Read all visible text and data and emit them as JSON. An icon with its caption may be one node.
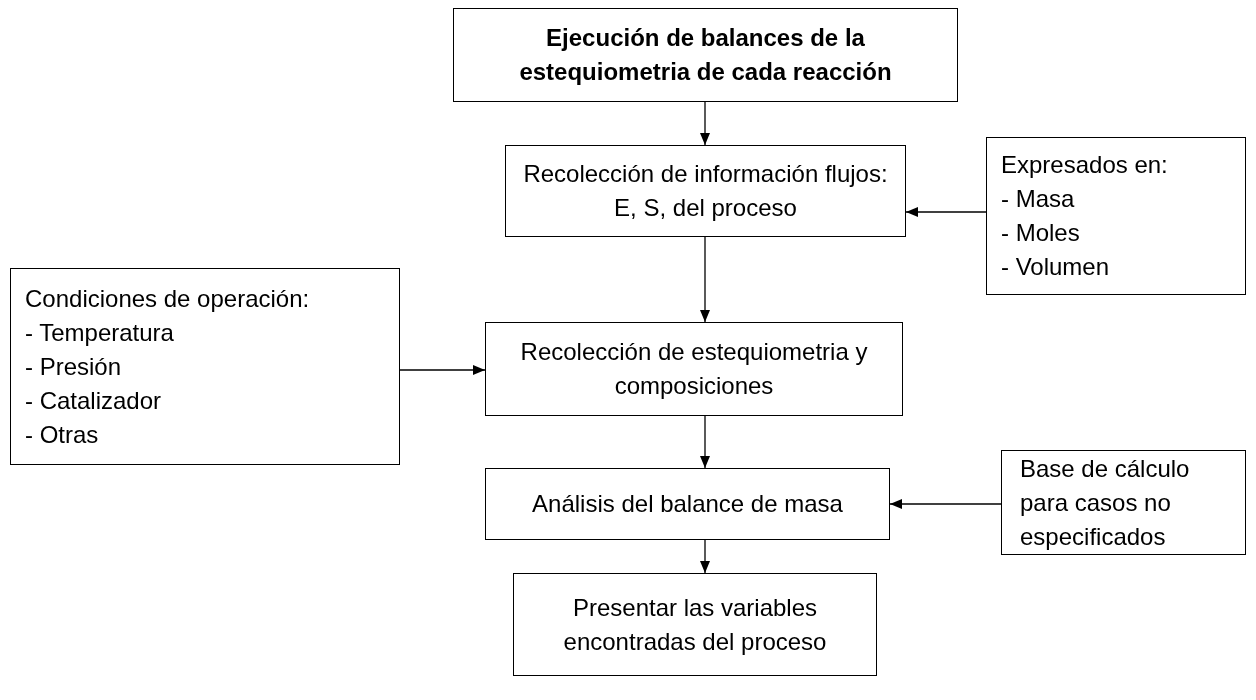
{
  "diagram": {
    "nodes": [
      {
        "text": [
          "Ejecución de balances de la estequiometria de cada reacción"
        ]
      },
      {
        "text": [
          "Recolección de información flujos: E, S, del proceso"
        ]
      },
      {
        "text": [
          "Expresados en:",
          "- Masa",
          "- Moles",
          "- Volumen"
        ]
      },
      {
        "text": [
          "Condiciones de operación:",
          "- Temperatura",
          "- Presión",
          "- Catalizador",
          "- Otras"
        ]
      },
      {
        "text": [
          "Recolección de estequiometria y composiciones"
        ]
      },
      {
        "text": [
          "Análisis del balance de masa"
        ]
      },
      {
        "text": [
          "Base de cálculo para casos no especificados"
        ]
      },
      {
        "text": [
          "Presentar las variables encontradas del proceso"
        ]
      }
    ],
    "edges": [
      {
        "from": 0,
        "to": 1,
        "arrow": "to"
      },
      {
        "from": 2,
        "to": 1,
        "arrow": "to"
      },
      {
        "from": 1,
        "to": 4,
        "arrow": "to"
      },
      {
        "from": 3,
        "to": 4,
        "arrow": "to"
      },
      {
        "from": 4,
        "to": 5,
        "arrow": "to"
      },
      {
        "from": 6,
        "to": 5,
        "arrow": "to"
      },
      {
        "from": 5,
        "to": 7,
        "arrow": "to"
      }
    ]
  }
}
